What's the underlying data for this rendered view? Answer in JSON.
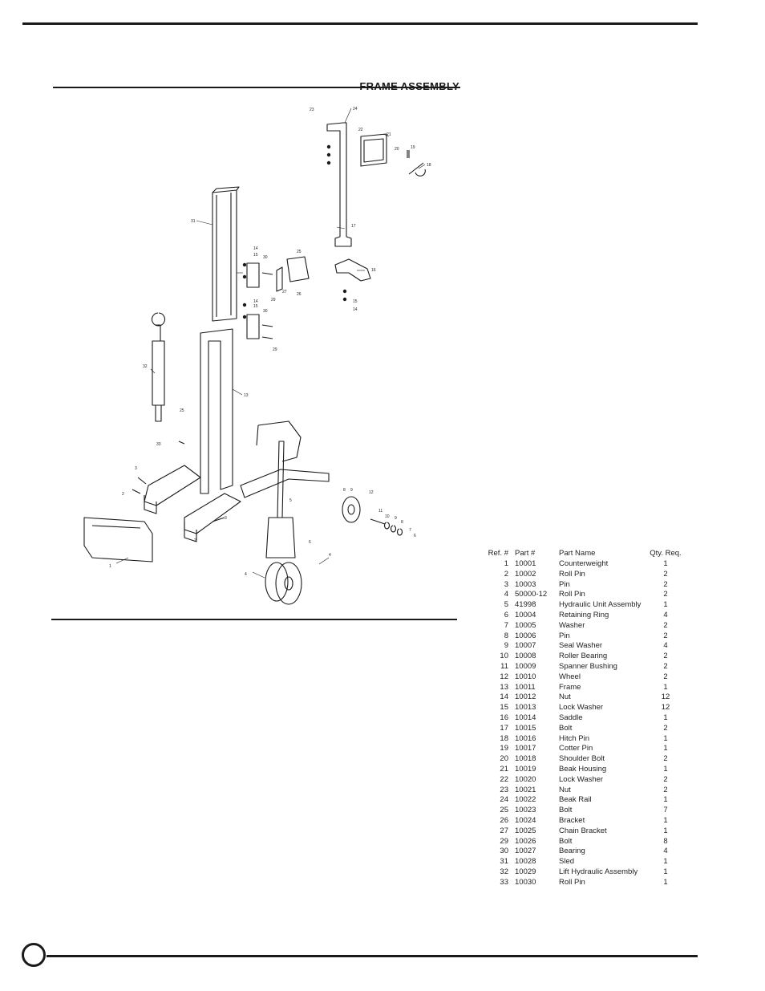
{
  "header": {
    "title": "FRAME ASSEMBLY"
  },
  "parts_table": {
    "headers": [
      "Ref. #",
      "Part #",
      "Part Name",
      "Qty. Req."
    ],
    "rows": [
      [
        "1",
        "10001",
        "Counterweight",
        "1"
      ],
      [
        "2",
        "10002",
        "Roll Pin",
        "2"
      ],
      [
        "3",
        "10003",
        "Pin",
        "2"
      ],
      [
        "4",
        "50000-12",
        "Roll Pin",
        "2"
      ],
      [
        "5",
        "41998",
        "Hydraulic Unit Assembly",
        "1"
      ],
      [
        "6",
        "10004",
        "Retaining Ring",
        "4"
      ],
      [
        "7",
        "10005",
        "Washer",
        "2"
      ],
      [
        "8",
        "10006",
        "Pin",
        "2"
      ],
      [
        "9",
        "10007",
        "Seal Washer",
        "4"
      ],
      [
        "10",
        "10008",
        "Roller Bearing",
        "2"
      ],
      [
        "11",
        "10009",
        "Spanner Bushing",
        "2"
      ],
      [
        "12",
        "10010",
        "Wheel",
        "2"
      ],
      [
        "13",
        "10011",
        "Frame",
        "1"
      ],
      [
        "14",
        "10012",
        "Nut",
        "12"
      ],
      [
        "15",
        "10013",
        "Lock Washer",
        "12"
      ],
      [
        "16",
        "10014",
        "Saddle",
        "1"
      ],
      [
        "17",
        "10015",
        "Bolt",
        "2"
      ],
      [
        "18",
        "10016",
        "Hitch Pin",
        "1"
      ],
      [
        "19",
        "10017",
        "Cotter Pin",
        "1"
      ],
      [
        "20",
        "10018",
        "Shoulder Bolt",
        "2"
      ],
      [
        "21",
        "10019",
        "Beak Housing",
        "1"
      ],
      [
        "22",
        "10020",
        "Lock Washer",
        "2"
      ],
      [
        "23",
        "10021",
        "Nut",
        "2"
      ],
      [
        "24",
        "10022",
        "Beak Rail",
        "1"
      ],
      [
        "25",
        "10023",
        "Bolt",
        "7"
      ],
      [
        "26",
        "10024",
        "Bracket",
        "1"
      ],
      [
        "27",
        "10025",
        "Chain Bracket",
        "1"
      ],
      [
        "29",
        "10026",
        "Bolt",
        "8"
      ],
      [
        "30",
        "10027",
        "Bearing",
        "4"
      ],
      [
        "31",
        "10028",
        "Sled",
        "1"
      ],
      [
        "32",
        "10029",
        "Lift Hydraulic Assembly",
        "1"
      ],
      [
        "33",
        "10030",
        "Roll Pin",
        "1"
      ]
    ]
  },
  "diagram": {
    "callouts": [
      "1",
      "2",
      "3",
      "4",
      "5",
      "6",
      "7",
      "8",
      "9",
      "10",
      "11",
      "12",
      "13",
      "14",
      "15",
      "16",
      "17",
      "18",
      "19",
      "20",
      "21",
      "22",
      "23",
      "24",
      "25",
      "26",
      "27",
      "29",
      "30",
      "31",
      "32",
      "33"
    ]
  },
  "colors": {
    "ink": "#1a1a1a",
    "background": "#ffffff"
  }
}
